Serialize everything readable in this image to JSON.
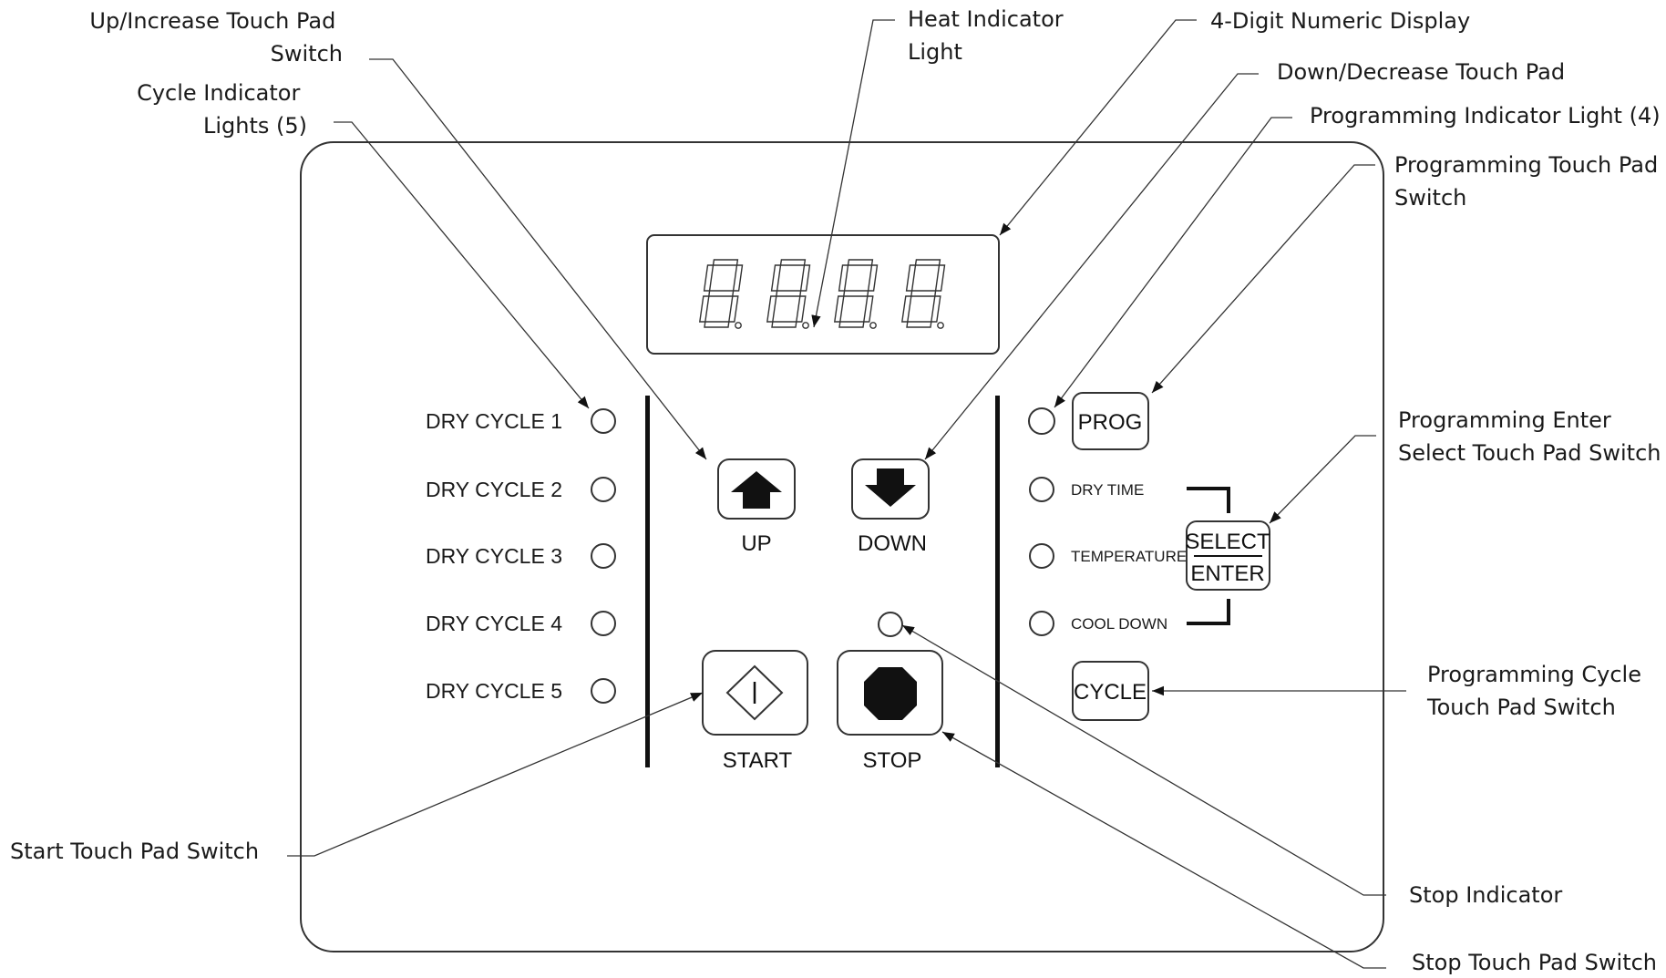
{
  "callouts": {
    "up_touch_pad": [
      "Up/Increase Touch Pad",
      "Switch"
    ],
    "cycle_indicator_lights": [
      "Cycle Indicator",
      "Lights (5)"
    ],
    "heat_indicator_light": [
      "Heat Indicator",
      "Light"
    ],
    "numeric_display": [
      "4-Digit Numeric Display"
    ],
    "down_touch_pad": [
      "Down/Decrease Touch Pad"
    ],
    "programming_indicator_light": [
      "Programming Indicator Light (4)"
    ],
    "programming_touch_pad": [
      "Programming Touch Pad",
      "Switch"
    ],
    "programming_enter_select": [
      "Programming Enter",
      "Select Touch Pad Switch"
    ],
    "programming_cycle": [
      "Programming Cycle",
      "Touch Pad Switch"
    ],
    "start_touch_pad": [
      "Start Touch Pad Switch"
    ],
    "stop_indicator": [
      "Stop Indicator"
    ],
    "stop_touch_pad": [
      "Stop Touch Pad Switch"
    ]
  },
  "panel": {
    "dry_cycles": [
      "DRY CYCLE 1",
      "DRY CYCLE 2",
      "DRY CYCLE 3",
      "DRY CYCLE 4",
      "DRY CYCLE 5"
    ],
    "up_label": "UP",
    "down_label": "DOWN",
    "start_label": "START",
    "stop_label": "STOP",
    "prog_button": "PROG",
    "program_options": [
      "DRY TIME",
      "TEMPERATURE",
      "COOL DOWN"
    ],
    "select_enter": [
      "SELECT",
      "ENTER"
    ],
    "cycle_button": "CYCLE"
  }
}
